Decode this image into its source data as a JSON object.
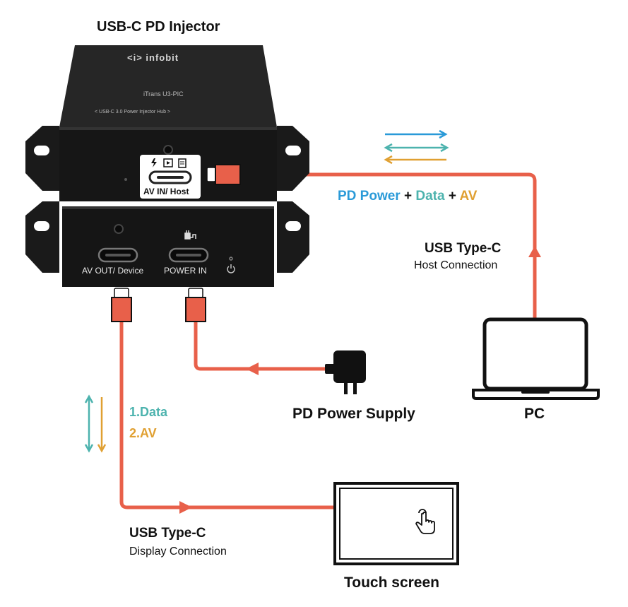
{
  "title": "USB-C PD Injector",
  "device": {
    "brand": "<i> infobit",
    "model": "iTrans U3-PIC",
    "subtitle": "< USB-C 3.0 Power Injector Hub >",
    "port_in_label": "AV IN/ Host",
    "port_out_label": "AV OUT/ Device",
    "port_power_label": "POWER IN"
  },
  "host_link": {
    "flow_label_parts": [
      {
        "text": "PD Power",
        "color": "#2a9ad8"
      },
      {
        "text": " + ",
        "color": "#111111"
      },
      {
        "text": "Data",
        "color": "#4db3ae"
      },
      {
        "text": " + ",
        "color": "#111111"
      },
      {
        "text": "AV",
        "color": "#e0a032"
      }
    ],
    "connection_title": "USB Type-C",
    "connection_subtitle": "Host Connection"
  },
  "display_link": {
    "flow_items": [
      {
        "text": "1.Data",
        "color": "#4db3ae"
      },
      {
        "text": "2.AV",
        "color": "#e0a032"
      }
    ],
    "connection_title": "USB Type-C",
    "connection_subtitle": "Display Connection"
  },
  "labels": {
    "power_supply": "PD Power Supply",
    "pc": "PC",
    "touch_screen": "Touch screen"
  },
  "colors": {
    "cable": "#e8604a",
    "device_body": "#1c1c1c",
    "arrow_blue": "#2a9ad8",
    "arrow_teal": "#4db3ae",
    "arrow_gold": "#e0a032"
  }
}
